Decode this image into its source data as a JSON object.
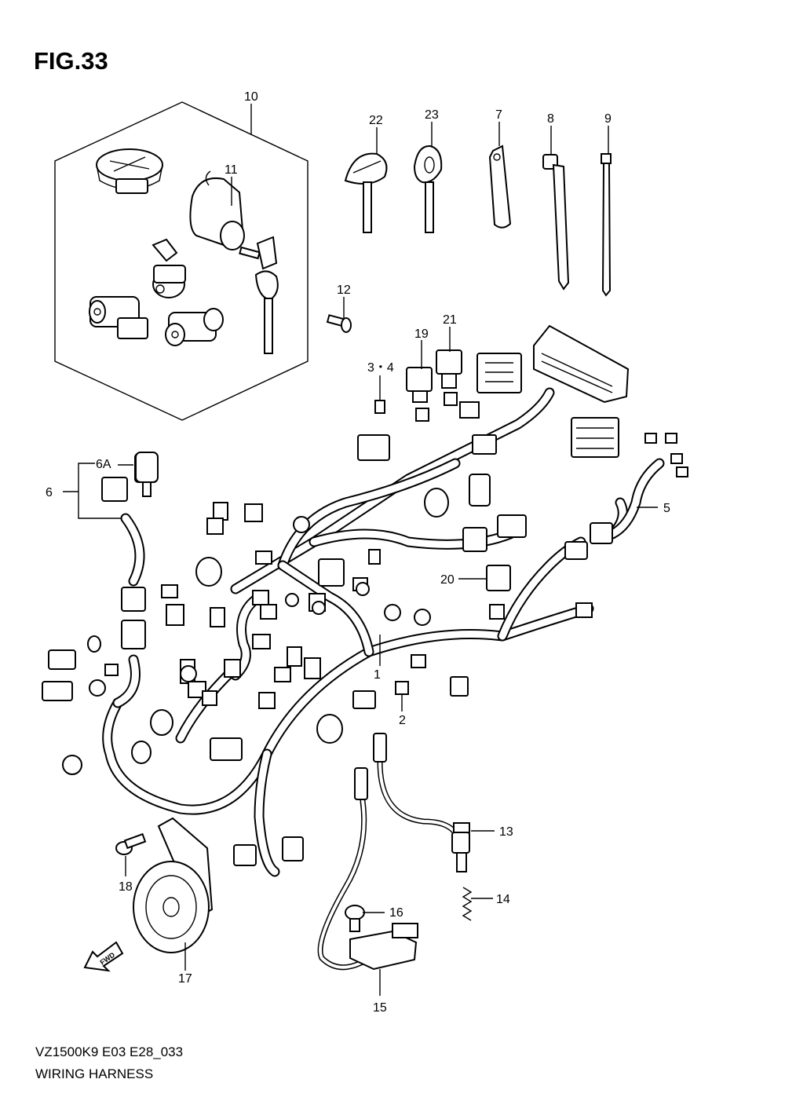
{
  "figure": {
    "title": "FIG.33",
    "model_code": "VZ1500K9 E03 E28_033",
    "assembly_name": "WIRING HARNESS"
  },
  "callouts": [
    {
      "id": "c1",
      "text": "1"
    },
    {
      "id": "c2",
      "text": "2"
    },
    {
      "id": "c34",
      "text": "3・4"
    },
    {
      "id": "c5",
      "text": "5"
    },
    {
      "id": "c6",
      "text": "6"
    },
    {
      "id": "c6a",
      "text": "6A"
    },
    {
      "id": "c7",
      "text": "7"
    },
    {
      "id": "c8",
      "text": "8"
    },
    {
      "id": "c9",
      "text": "9"
    },
    {
      "id": "c10",
      "text": "10"
    },
    {
      "id": "c11",
      "text": "11"
    },
    {
      "id": "c12",
      "text": "12"
    },
    {
      "id": "c13",
      "text": "13"
    },
    {
      "id": "c14",
      "text": "14"
    },
    {
      "id": "c15",
      "text": "15"
    },
    {
      "id": "c16",
      "text": "16"
    },
    {
      "id": "c17",
      "text": "17"
    },
    {
      "id": "c18",
      "text": "18"
    },
    {
      "id": "c19",
      "text": "19"
    },
    {
      "id": "c20",
      "text": "20"
    },
    {
      "id": "c21",
      "text": "21"
    },
    {
      "id": "c22",
      "text": "22"
    },
    {
      "id": "c23",
      "text": "23"
    }
  ],
  "direction_marker": {
    "text": "FWD",
    "icon": "forward-arrow-icon"
  }
}
